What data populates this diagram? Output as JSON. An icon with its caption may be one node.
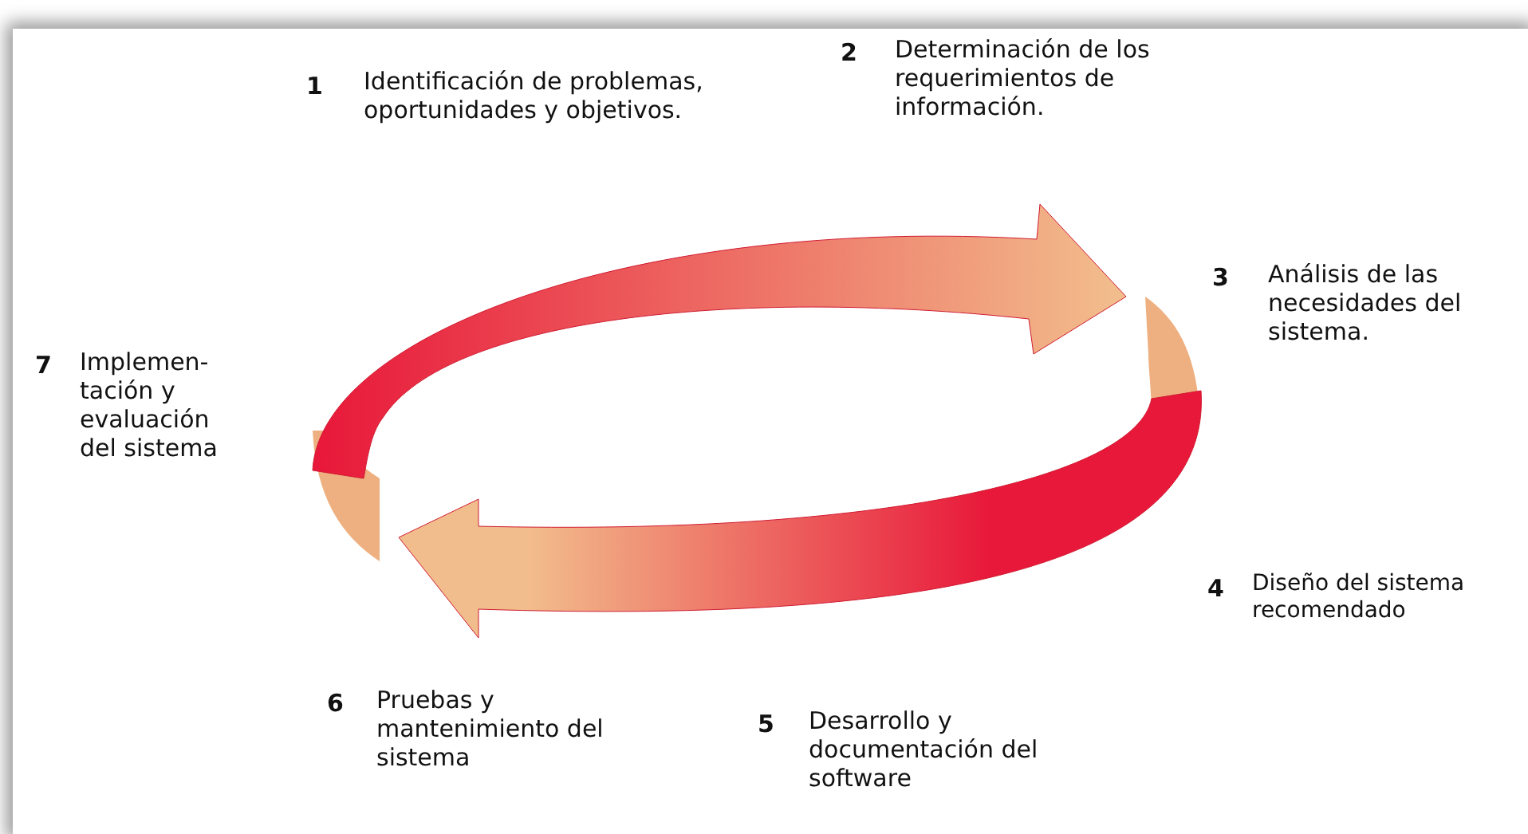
{
  "diagram": {
    "labels": [
      "1",
      "Identificación de problemas, oportunidades y objetivos.",
      "2",
      "Determinación de los requerimientos de información.",
      "3",
      "Análisis de las necesidades del sistema.",
      "7",
      "Implemen- tación y evaluación del sistema",
      "4",
      "Diseño del sistema recomendado",
      "6",
      "Pruebas y mantenimiento del sistema",
      "5",
      "Desarrollo y documentación del software"
    ]
  }
}
